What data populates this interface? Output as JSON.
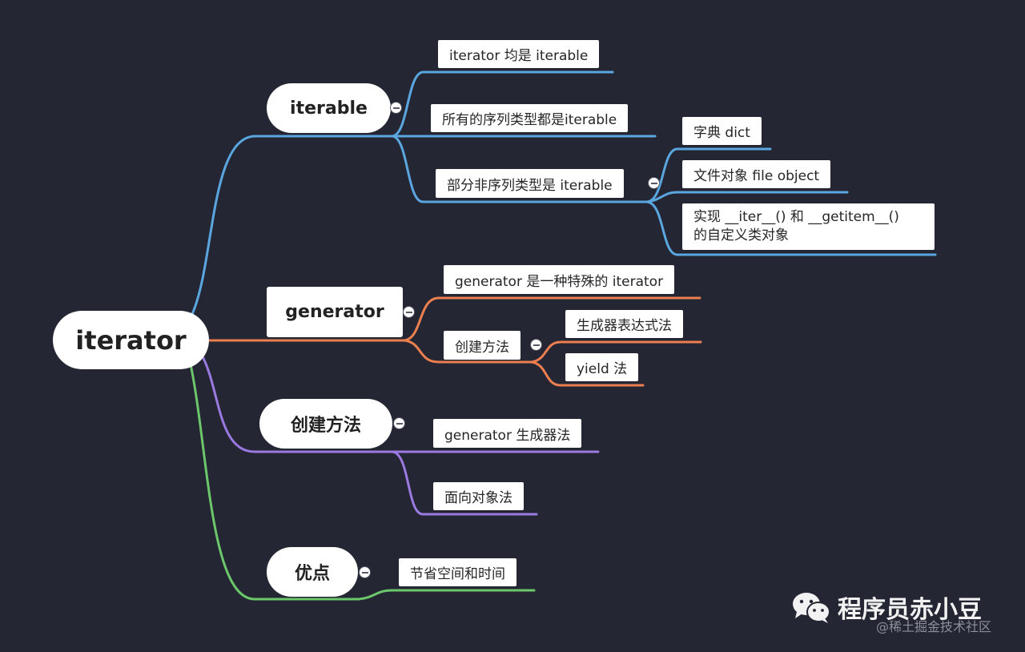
{
  "colors": {
    "background": "#242633",
    "iterable": "#5aa7e0",
    "generator": "#ec7f4f",
    "create": "#9a7ae0",
    "advantage": "#6cc66a"
  },
  "root": {
    "label": "iterator"
  },
  "branches": {
    "iterable": {
      "label": "iterable",
      "children": [
        {
          "label": "iterator 均是 iterable"
        },
        {
          "label": "所有的序列类型都是iterable"
        },
        {
          "label": "部分非序列类型是 iterable",
          "children": [
            {
              "label": "字典 dict"
            },
            {
              "label": "文件对象 file object"
            },
            {
              "line1": "实现 __iter__() 和 __getitem__()",
              "line2": "的自定义类对象"
            }
          ]
        }
      ]
    },
    "generator": {
      "label": "generator",
      "children": [
        {
          "label": "generator 是一种特殊的 iterator"
        },
        {
          "label": "创建方法",
          "children": [
            {
              "label": "生成器表达式法"
            },
            {
              "label": "yield 法"
            }
          ]
        }
      ]
    },
    "create": {
      "label": "创建方法",
      "children": [
        {
          "label": "generator 生成器法"
        },
        {
          "label": "面向对象法"
        }
      ]
    },
    "advantage": {
      "label": "优点",
      "children": [
        {
          "label": "节省空间和时间"
        }
      ]
    }
  },
  "watermark": {
    "author": "程序员赤小豆",
    "site": "@稀土掘金技术社区",
    "icon": "wechat-icon"
  }
}
